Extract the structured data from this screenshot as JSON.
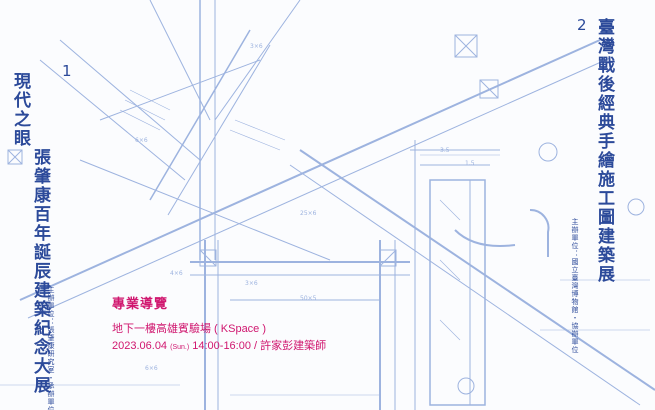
{
  "left": {
    "number": "1",
    "title_line1": "現代之眼",
    "title_line2": "張肇康百年誕辰建築紀念大展",
    "subtitle": "主辦單位：張肇康研究室・承辦單位"
  },
  "right": {
    "number": "2",
    "title": "臺灣戰後經典手繪施工圖建築展",
    "subtitle": "主辦單位：國立臺灣博物館・協辦單位"
  },
  "event": {
    "heading": "專業導覽",
    "location": "地下一樓高雄賓驗場 ( KSpace )",
    "date": "2023.06.04",
    "day": "(Sun.)",
    "time_host": "14:00-16:00 / 許家彭建築師"
  },
  "colors": {
    "ink": "#2c4a9a",
    "accent": "#d0176f",
    "paper": "#fbfcfe",
    "line": "#8fa8d8"
  }
}
